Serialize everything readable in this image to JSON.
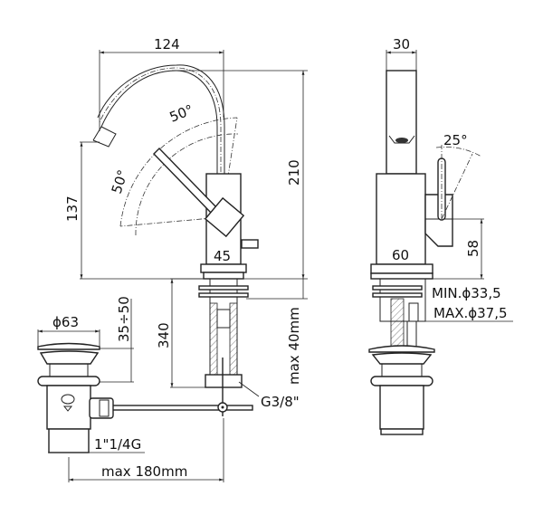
{
  "drawing": {
    "side_view": {
      "width_spout": "124",
      "height_total": "210",
      "height_spout_outlet": "137",
      "angle_lever_1": "50°",
      "angle_lever_2": "50°",
      "body_width": "45",
      "shank_length": "340",
      "counter_thickness": "max 40mm",
      "connection": "G3/8\"",
      "drain_diameter": "ϕ63",
      "drain_range": "35÷50",
      "drain_thread": "1\"1/4G",
      "rod_length": "max 180mm"
    },
    "front_view": {
      "spout_width": "30",
      "lever_angle": "25°",
      "base_width": "60",
      "lever_height": "58",
      "hole_min": "MIN.ϕ33,5",
      "hole_max": "MAX.ϕ37,5"
    }
  }
}
